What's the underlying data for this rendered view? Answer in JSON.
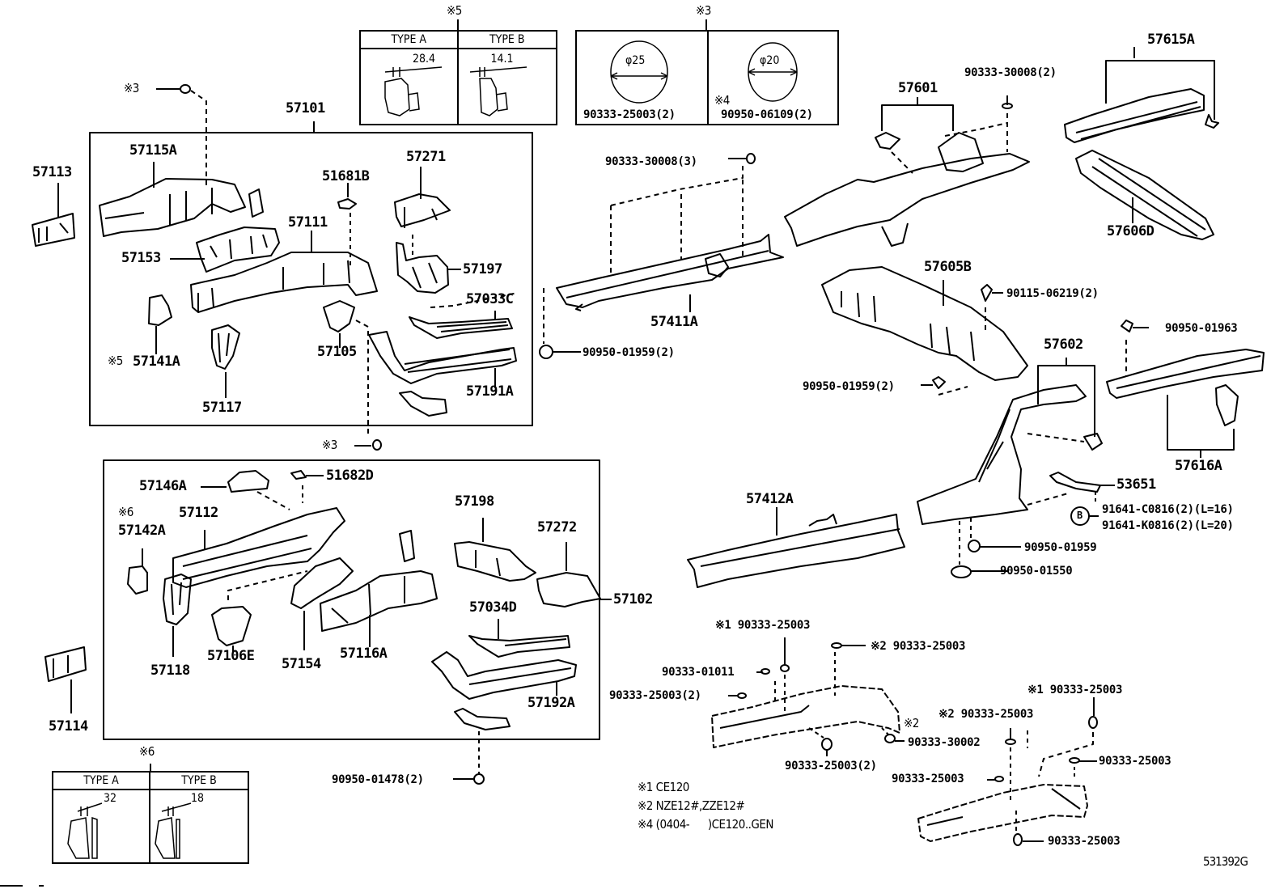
{
  "diagram": {
    "type": "exploded parts diagram",
    "diagram_code": "531392G",
    "group_1": {
      "assembly_part": "57101",
      "parts": [
        "57115A",
        "57113",
        "57153",
        "51681B",
        "57111",
        "57271",
        "57197",
        "57033C",
        "57141A",
        "57117",
        "57105",
        "57191A"
      ],
      "note_prefix_57141A": "※5"
    },
    "group_2": {
      "assembly_part": "57102",
      "parts": [
        "57146A",
        "51682D",
        "57112",
        "57142A",
        "57118",
        "57106E",
        "57154",
        "57116A",
        "57198",
        "57272",
        "57034D",
        "57192A",
        "57114"
      ],
      "note_prefix_57142A": "※6"
    },
    "rear_parts": [
      "57601",
      "57615A",
      "57606D",
      "57605B",
      "57602",
      "57616A",
      "57411A",
      "57412A",
      "53651"
    ],
    "fasteners": {
      "f1": "90333-30008(2)",
      "f2": "90333-30008(3)",
      "f3": "90950-01959(2)",
      "f4": "90115-06219(2)",
      "f5": "90950-01963",
      "f6": "90950-01959(2)",
      "f7": "90950-01959",
      "f8": "90950-01550",
      "f9a": "91641-C0816(2)(L=16)",
      "f9b": "91641-K0816(2)(L=20)",
      "f9_marker": "B",
      "f10": "90950-01478(2)",
      "s3_top": "※3",
      "s3_mid": "※3"
    },
    "plug_group_1": {
      "n1": "※1 90333-25003",
      "n2": "※2 90333-25003",
      "n3": "90333-01011",
      "n4": "90333-25003(2)",
      "n5": "※2",
      "n6": "90333-30002",
      "n7": "90333-25003(2)"
    },
    "plug_group_2": {
      "n1": "※1 90333-25003",
      "n2": "※2 90333-25003",
      "n3": "90333-25003",
      "n4": "90333-25003",
      "n5": "90333-25003"
    },
    "table_s5": {
      "marker": "※5",
      "col_a": "TYPE A",
      "col_b": "TYPE B",
      "dim_a": "28.4",
      "dim_b": "14.1"
    },
    "table_s3": {
      "marker": "※3",
      "left_dim": "φ25",
      "left_part": "90333-25003(2)",
      "right_dim": "φ20",
      "right_note": "※4",
      "right_part": "90950-06109(2)"
    },
    "table_s6": {
      "marker": "※6",
      "col_a": "TYPE A",
      "col_b": "TYPE B",
      "dim_a": "32",
      "dim_b": "18"
    },
    "legend": [
      "※1 CE120",
      "※2 NZE12#,ZZE12#",
      "※4 (0404-      )CE120..GEN"
    ]
  }
}
